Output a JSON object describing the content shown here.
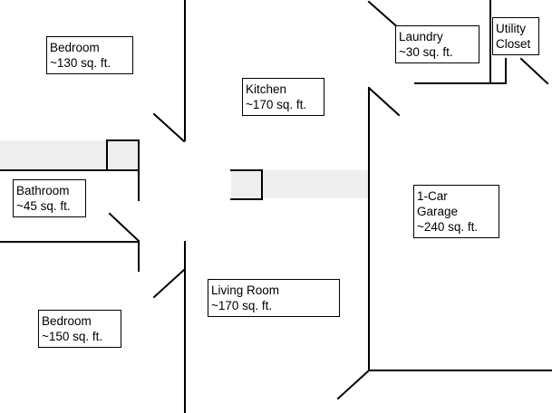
{
  "plan": {
    "wall_color": "#000000",
    "hall_shade": "#eeeeee",
    "rooms": {
      "bedroom_top": {
        "name": "Bedroom",
        "area": "~130 sq. ft."
      },
      "kitchen": {
        "name": "Kitchen",
        "area": "~170 sq. ft."
      },
      "laundry": {
        "name": "Laundry",
        "area": "~30 sq. ft."
      },
      "utility": {
        "name": "Utility",
        "area": "Closet"
      },
      "bathroom": {
        "name": "Bathroom",
        "area": "~45 sq. ft."
      },
      "garage": {
        "name": "1-Car",
        "name2": "Garage",
        "area": "~240 sq. ft."
      },
      "living": {
        "name": "Living Room",
        "area": "~170 sq. ft."
      },
      "bedroom_bottom": {
        "name": "Bedroom",
        "area": "~150 sq. ft."
      }
    }
  }
}
